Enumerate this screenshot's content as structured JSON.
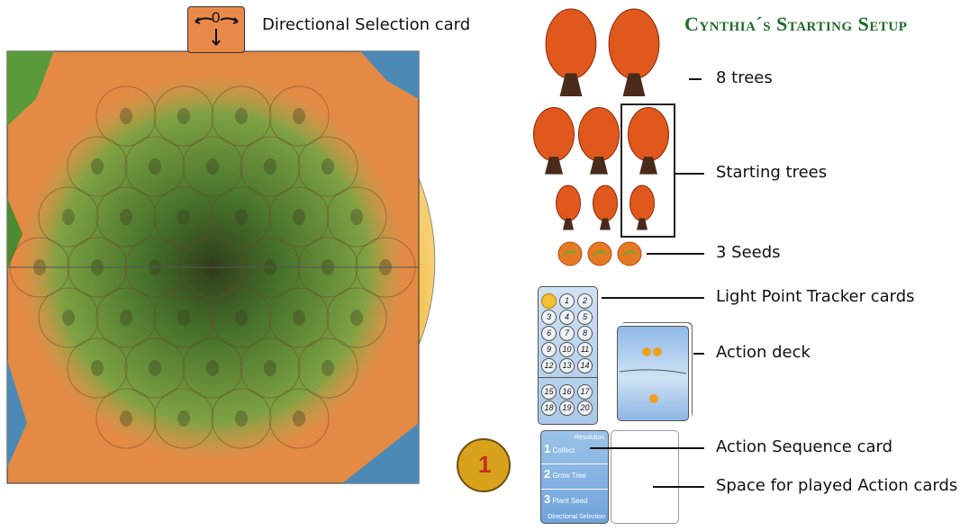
{
  "title": "Cynthia´s Starting Setup",
  "directional_card": {
    "label": "Directional Selection card",
    "value": "0"
  },
  "labels": {
    "trees": "8 trees",
    "starting_trees": "Starting trees",
    "seeds": "3 Seeds",
    "light_tracker": "Light Point Tracker cards",
    "action_deck": "Action deck",
    "action_sequence": "Action Sequence card",
    "played_space": "Space for played Action cards"
  },
  "tracker_numbers": [
    "1",
    "2",
    "3",
    "4",
    "5",
    "6",
    "7",
    "8",
    "9",
    "10",
    "11",
    "12",
    "13",
    "14",
    "15",
    "16",
    "17",
    "18",
    "19",
    "20"
  ],
  "sequence_card": {
    "header": "Resolution",
    "steps": [
      {
        "num": "1",
        "name": "Collect"
      },
      {
        "num": "2",
        "name": "Grow Tree"
      },
      {
        "num": "3",
        "name": "Plant Seed"
      }
    ],
    "footer": "Directional Selection"
  },
  "score_token": "1",
  "colors": {
    "title": "#1f6b2c",
    "board_orange": "#e48a45",
    "board_green": "#3f6b22",
    "sun": "#f5b82a",
    "tree": "#e0581c"
  }
}
